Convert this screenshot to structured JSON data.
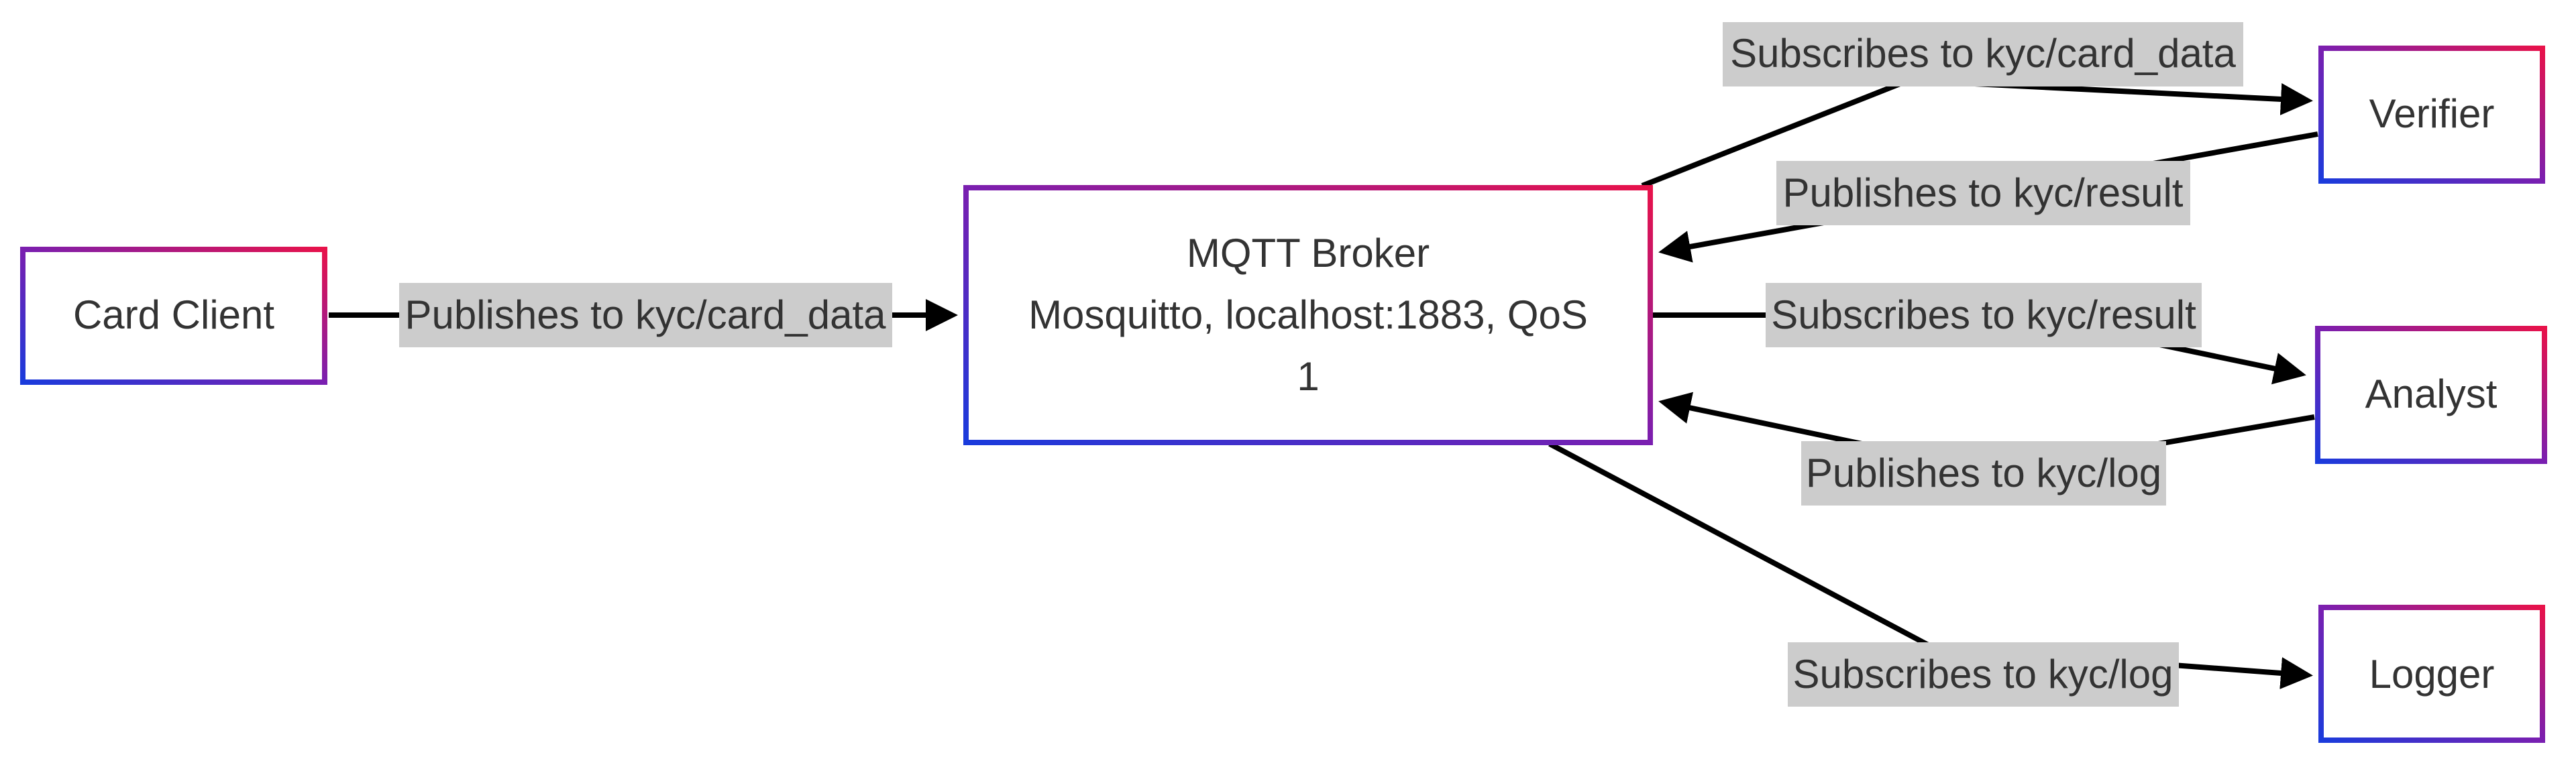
{
  "nodes": {
    "card_client": {
      "label": "Card Client"
    },
    "broker": {
      "label_line1": "MQTT Broker",
      "label_line2": "Mosquitto, localhost:1883, QoS",
      "label_line3": "1"
    },
    "verifier": {
      "label": "Verifier"
    },
    "analyst": {
      "label": "Analyst"
    },
    "logger": {
      "label": "Logger"
    }
  },
  "edges": {
    "client_publish": {
      "label": "Publishes to kyc/card_data"
    },
    "verifier_subscribe": {
      "label": "Subscribes to kyc/card_data"
    },
    "verifier_publish": {
      "label": "Publishes to kyc/result"
    },
    "analyst_subscribe": {
      "label": "Subscribes to kyc/result"
    },
    "analyst_publish": {
      "label": "Publishes to kyc/log"
    },
    "logger_subscribe": {
      "label": "Subscribes to kyc/log"
    }
  },
  "colors": {
    "node_border_start": "#1a3bdc",
    "node_border_end": "#e8124a",
    "edge_label_background": "#cccccc",
    "edge_stroke": "#000000",
    "text": "#333333"
  }
}
